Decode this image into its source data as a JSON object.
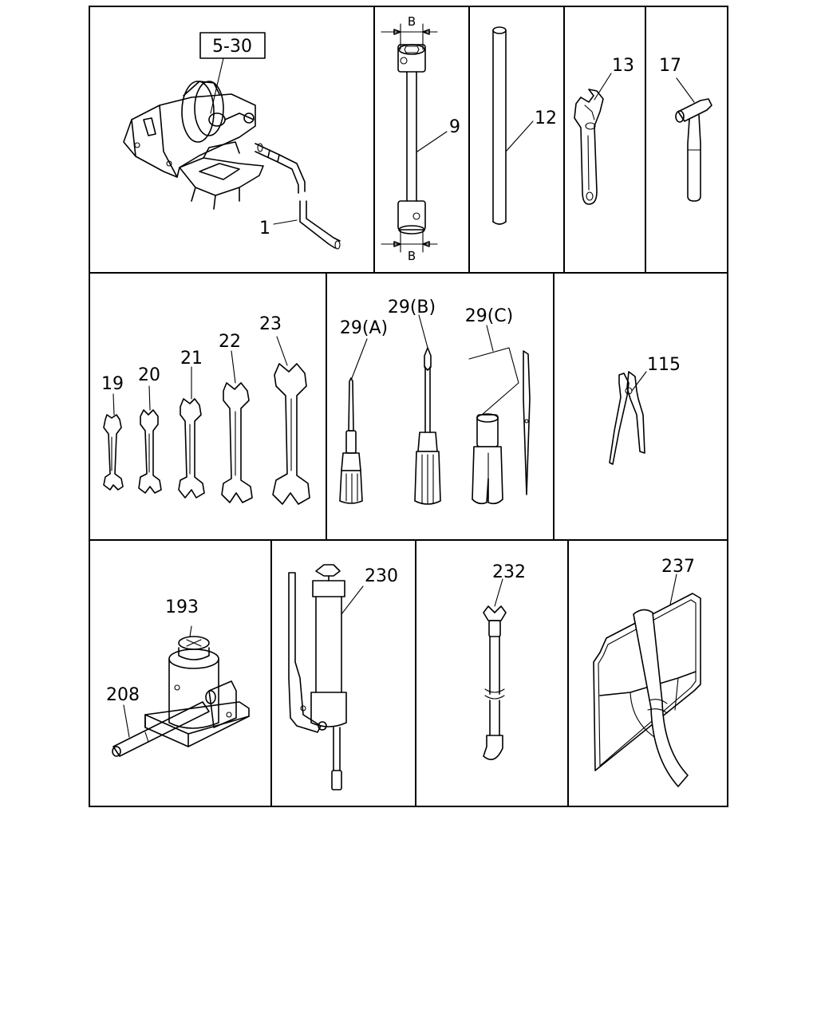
{
  "labels": {
    "box_5_30": "5-30",
    "l1": "1",
    "l9": "9",
    "dimB": "B",
    "l12": "12",
    "l13": "13",
    "l17": "17",
    "l19": "19",
    "l20": "20",
    "l21": "21",
    "l22": "22",
    "l23": "23",
    "l29a": "29(A)",
    "l29b": "29(B)",
    "l29c": "29(C)",
    "l115": "115",
    "l193": "193",
    "l208": "208",
    "l230": "230",
    "l232": "232",
    "l237": "237"
  }
}
